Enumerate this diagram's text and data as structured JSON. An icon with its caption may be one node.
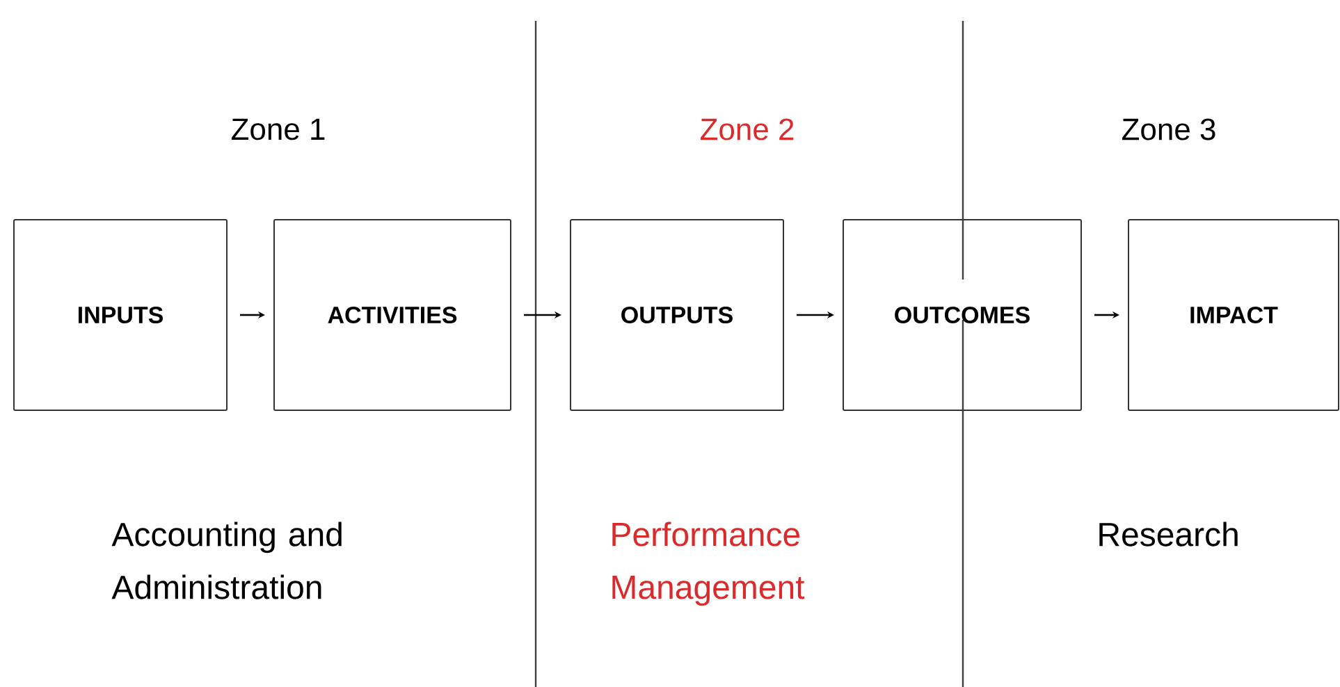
{
  "diagram": {
    "nodes": [
      {
        "text": [
          "INPUTS"
        ]
      },
      {
        "text": [
          "ACTIVITIES"
        ]
      },
      {
        "text": [
          "OUTPUTS"
        ]
      },
      {
        "text": [
          "OUTCOMES"
        ]
      },
      {
        "text": [
          "IMPACT"
        ]
      }
    ],
    "edges": [
      {
        "from": 0,
        "to": 1,
        "arrow": "to"
      },
      {
        "from": 1,
        "to": 2,
        "arrow": "to"
      },
      {
        "from": 2,
        "to": 3,
        "arrow": "to"
      },
      {
        "from": 3,
        "to": 4,
        "arrow": "to"
      }
    ],
    "labels": [
      "Zone 1",
      "Zone 2",
      "Zone 3",
      "Accounting and Administration",
      "Performance Management",
      "Research"
    ]
  }
}
